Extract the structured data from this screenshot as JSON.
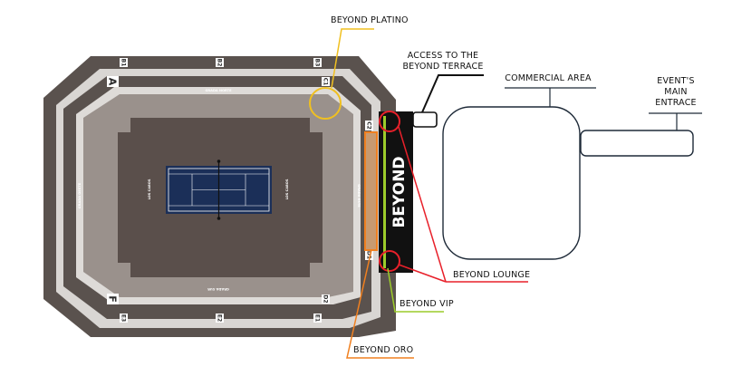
{
  "labels": {
    "beyond_platino": "BEYOND PLATINO",
    "access_line1": "ACCESS TO THE",
    "access_line2": "BEYOND TERRACE",
    "commercial_area": "COMMERCIAL AREA",
    "main_entrance_line1": "EVENT'S",
    "main_entrance_line2": "MAIN",
    "main_entrance_line3": "ENTRACE",
    "beyond_lounge": "BEYOND LOUNGE",
    "beyond_vip": "BEYOND VIP",
    "beyond_oro": "BEYOND ORO"
  },
  "logo_text": "BEYOND",
  "sections": {
    "a": "A",
    "f": "F",
    "b1": "B1",
    "b2": "B2",
    "b3": "B3",
    "c1": "C1",
    "c2": "C2",
    "e1": "E1",
    "e2": "E2",
    "e3": "E3",
    "d1": "D1",
    "d2": "D2"
  },
  "court_text": {
    "grada_top": "GRADA NORTE",
    "grada_bottom": "GRADA SUR",
    "grada_left": "GRADA OESTE",
    "grada_right": "GRADA ESTE",
    "team_left": "LOS CABOS",
    "team_right": "LOS CABOS"
  },
  "colors": {
    "platino": "#f0c020",
    "lounge": "#e8202a",
    "vip": "#9ccc2a",
    "oro": "#f08020"
  }
}
